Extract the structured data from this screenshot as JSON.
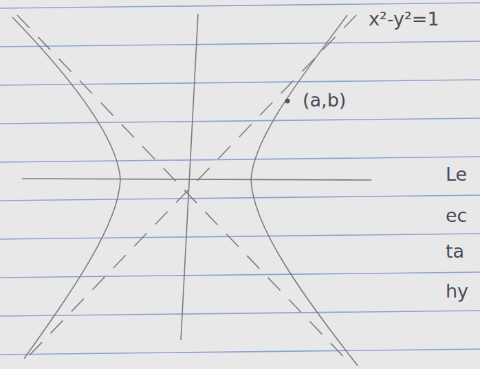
{
  "diagram": {
    "labels": [
      "x²-y²=1",
      "(a,b)",
      "Le",
      "ec",
      "ta",
      "hy"
    ]
  }
}
